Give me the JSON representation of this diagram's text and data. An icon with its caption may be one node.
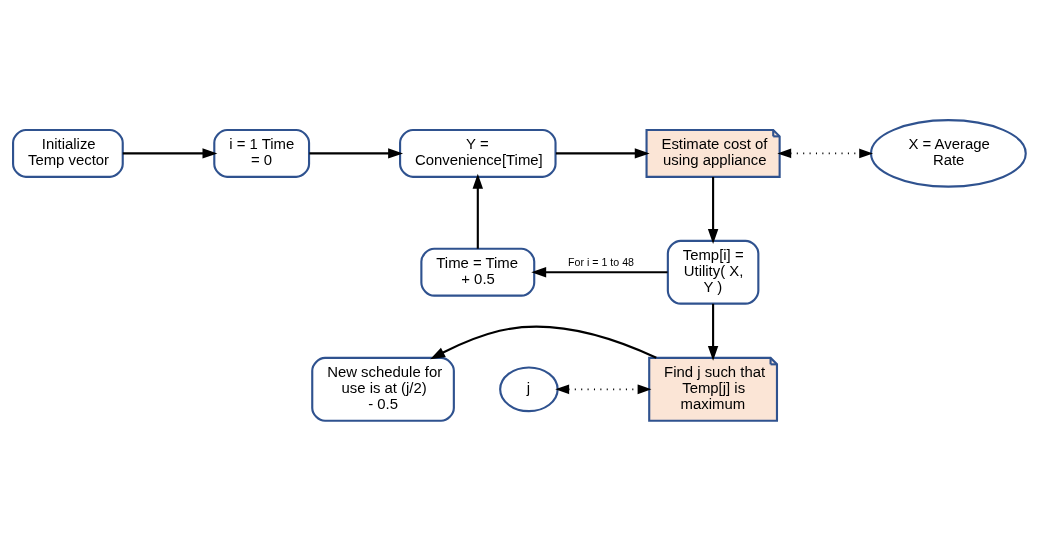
{
  "diagram": {
    "nodes": [
      {
        "text": [
          "Initialize Temp vector"
        ]
      },
      {
        "text": [
          "i = 1 Time = 0"
        ]
      },
      {
        "text": [
          "Y = Convenience[Time]"
        ]
      },
      {
        "text": [
          "Estimate cost of using appliance"
        ]
      },
      {
        "text": [
          "X = Average Rate"
        ]
      },
      {
        "text": [
          "Temp[i] = Utility( X, Y )"
        ]
      },
      {
        "text": [
          "Time = Time + 0.5"
        ]
      },
      {
        "text": [
          "Find j such that Temp[j] is maximum"
        ]
      },
      {
        "text": [
          "New schedule for use is at (j/2) - 0.5"
        ]
      },
      {
        "text": [
          "j"
        ]
      }
    ],
    "edges": [
      {
        "from": 0,
        "to": 1,
        "arrow": "to"
      },
      {
        "from": 1,
        "to": 2,
        "arrow": "to"
      },
      {
        "from": 2,
        "to": 3,
        "arrow": "to"
      },
      {
        "from": 3,
        "to": 4,
        "arrow": "both",
        "style": "dashed"
      },
      {
        "from": 3,
        "to": 5,
        "arrow": "to"
      },
      {
        "from": 5,
        "to": 6,
        "arrow": "to",
        "label": "For i = 1 to 48"
      },
      {
        "from": 6,
        "to": 2,
        "arrow": "to"
      },
      {
        "from": 5,
        "to": 7,
        "arrow": "to"
      },
      {
        "from": 7,
        "to": 8,
        "arrow": "to"
      },
      {
        "from": 9,
        "to": 7,
        "arrow": "both",
        "style": "dashed"
      }
    ]
  }
}
